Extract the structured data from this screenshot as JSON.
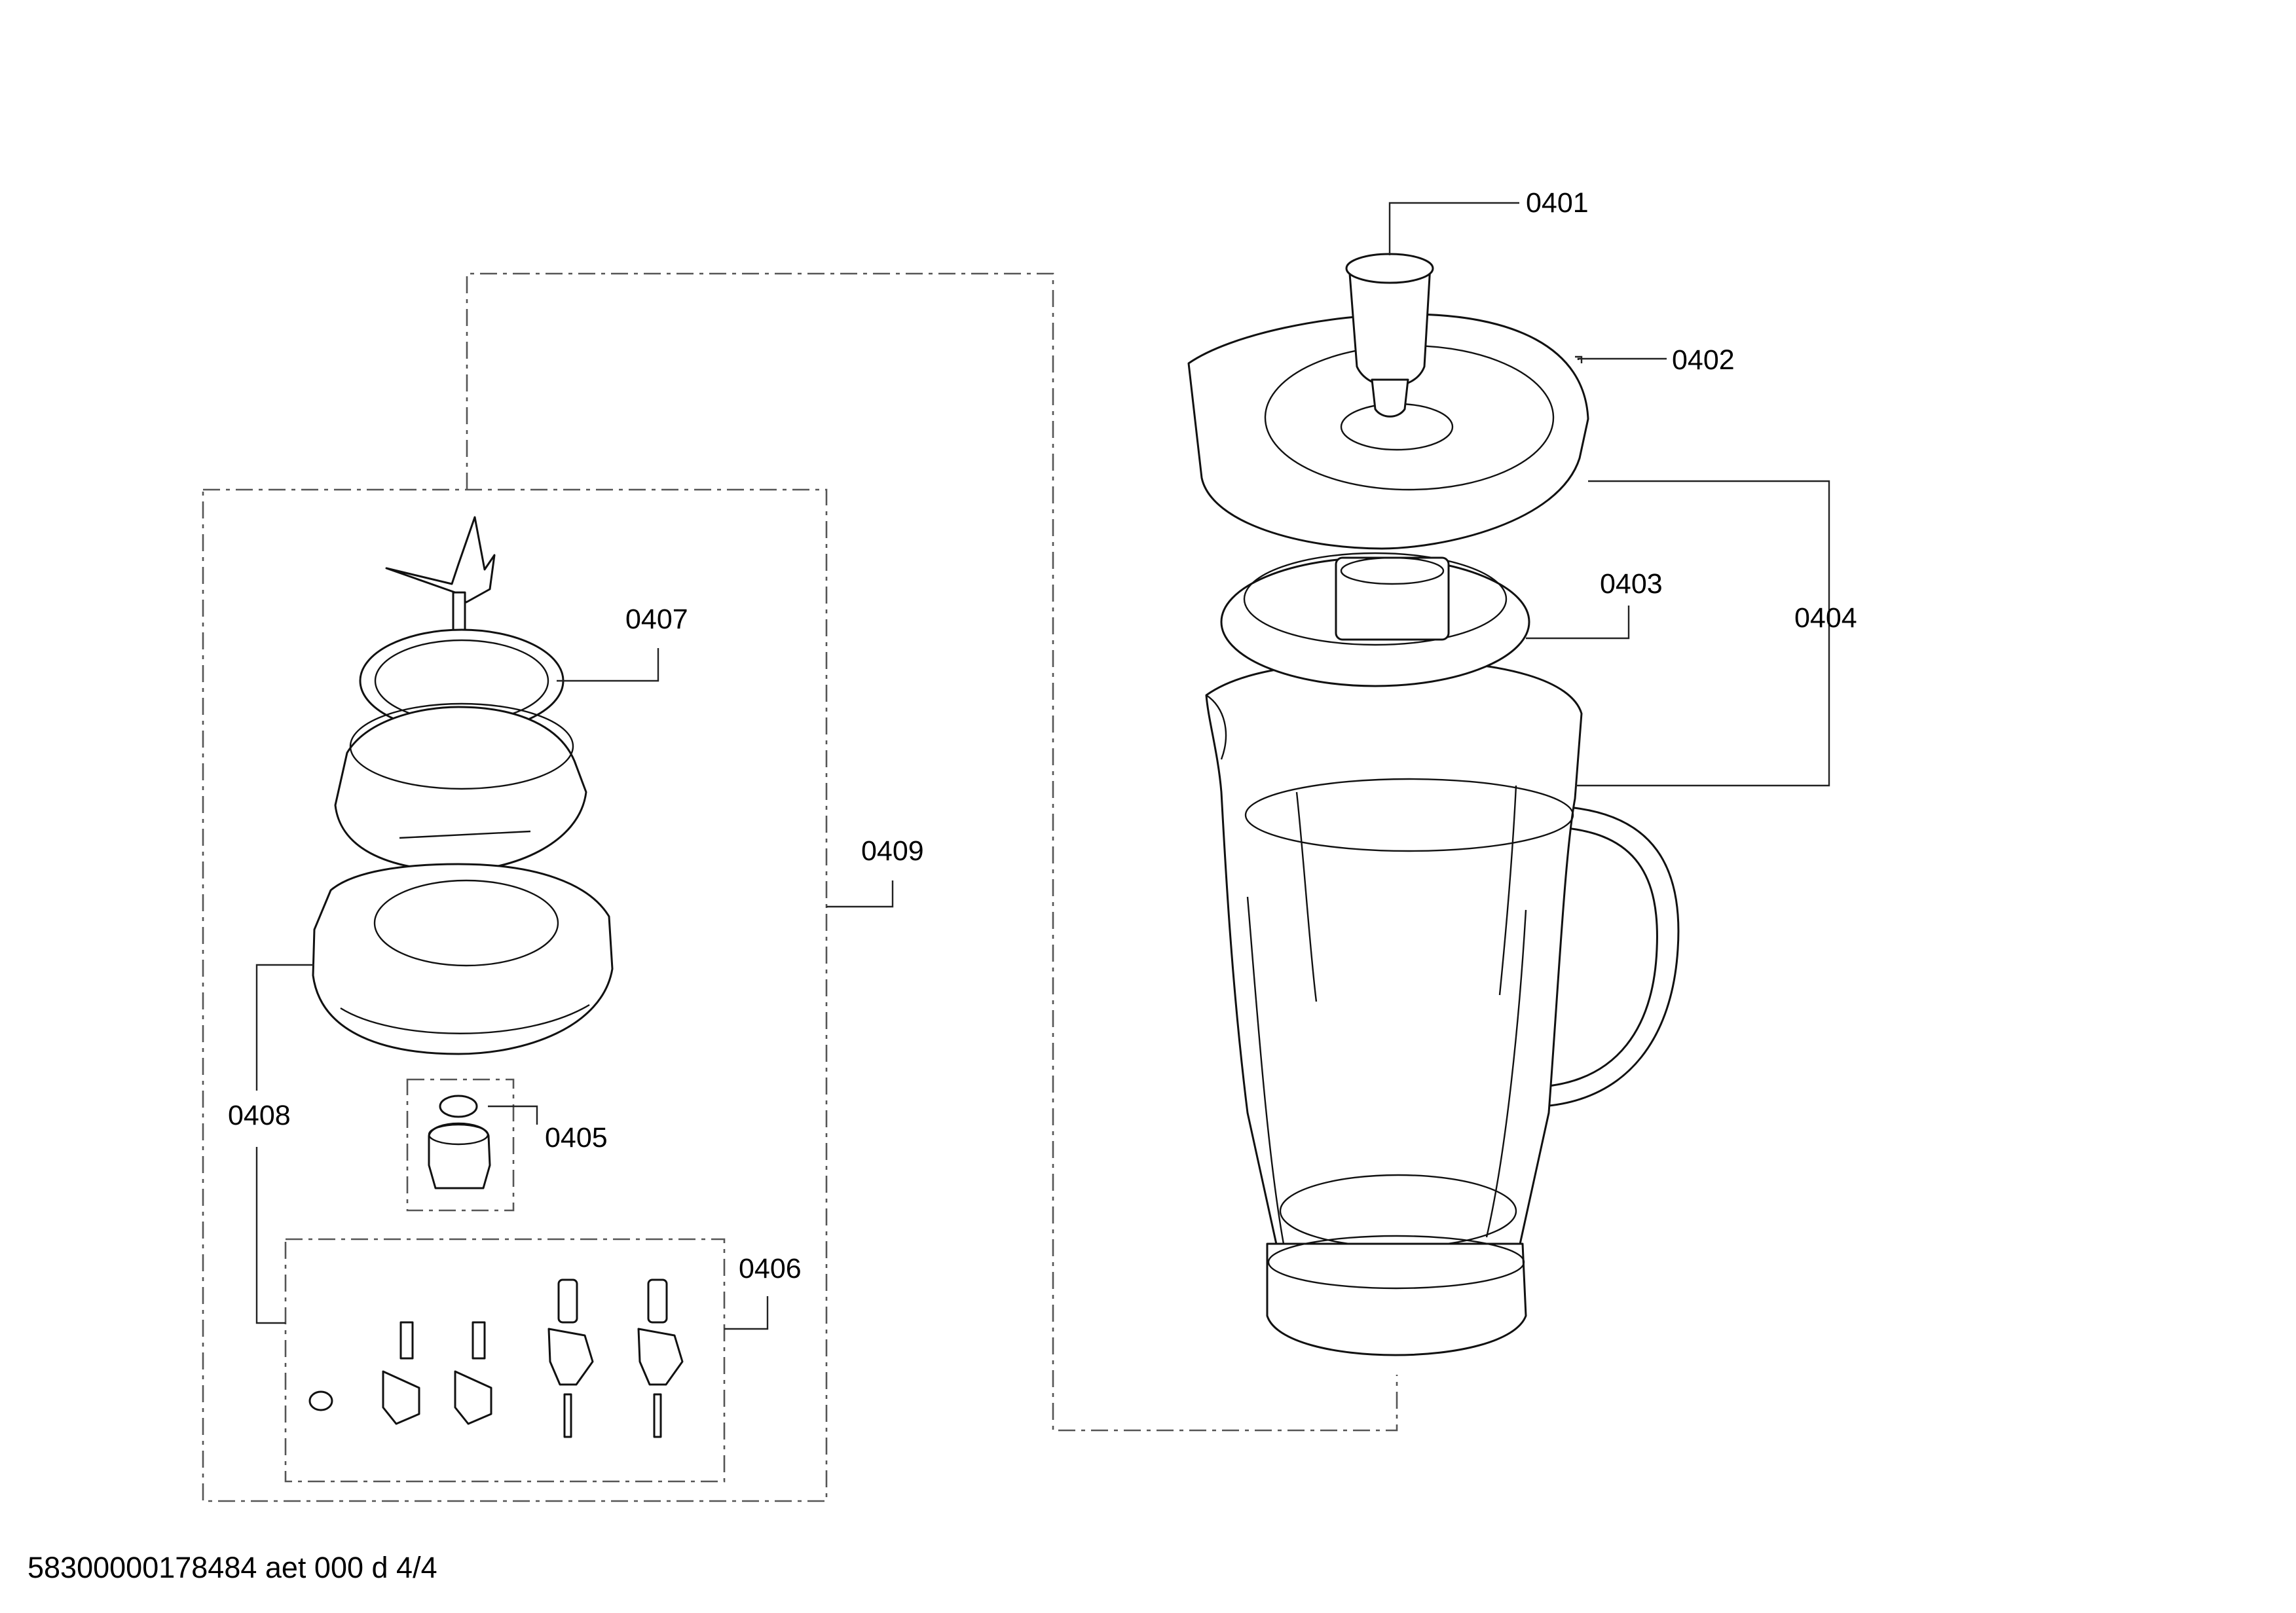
{
  "labels": {
    "p0401": "0401",
    "p0402": "0402",
    "p0403": "0403",
    "p0404": "0404",
    "p0405": "0405",
    "p0406": "0406",
    "p0407": "0407",
    "p0408": "0408",
    "p0409": "0409"
  },
  "footer": "58300000178484 aet 000 d 4/4"
}
